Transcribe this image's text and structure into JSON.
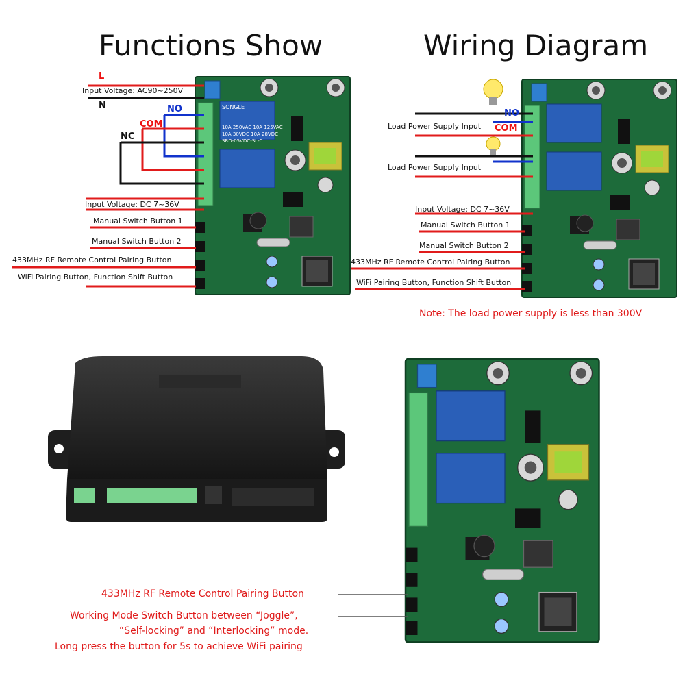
{
  "titles": {
    "functions": "Functions Show",
    "wiring": "Wiring Diagram"
  },
  "functions": {
    "L": "L",
    "N": "N",
    "NO": "NO",
    "COM": "COM",
    "NC": "NC",
    "input_ac": "Input Voltage: AC90~250V",
    "input_dc": "Input Voltage: DC 7~36V",
    "manual1": "Manual Switch Button 1",
    "manual2": "Manual Switch Button 2",
    "rf_pair": "433MHz RF Remote Control Pairing Button",
    "wifi_pair": "WiFi Pairing Button, Function Shift Button"
  },
  "wiring": {
    "NO": "NO",
    "COM": "COM",
    "load1": "Load Power Supply Input",
    "load2": "Load Power Supply Input",
    "input_dc": "Input Voltage: DC 7~36V",
    "manual1": "Manual Switch Button 1",
    "manual2": "Manual Switch Button 2",
    "rf_pair": "433MHz RF Remote Control Pairing Button",
    "wifi_pair": "WiFi Pairing Button, Function Shift Button",
    "note": "Note: The load power supply is less than 300V"
  },
  "board": {
    "relay_brand": "SONGLE",
    "relay_line1": "10A 250VAC  10A 125VAC",
    "relay_line2": "10A 30VDC  10A 28VDC",
    "relay_model": "SRD-05VDC-SL-C"
  },
  "bottom": {
    "rf_pair": "433MHz RF Remote Control Pairing Button",
    "mode_line1": "Working Mode Switch Button between “Joggle”,",
    "mode_line2": "“Self-locking” and “Interlocking” mode.",
    "mode_line3": "Long press the button for 5s to achieve WiFi pairing"
  },
  "colors": {
    "red": "#e11b1b",
    "blue": "#1133cc",
    "pcb": "#1d6b3a",
    "terminal": "#5cc77a",
    "relay": "#2a5fb8"
  }
}
